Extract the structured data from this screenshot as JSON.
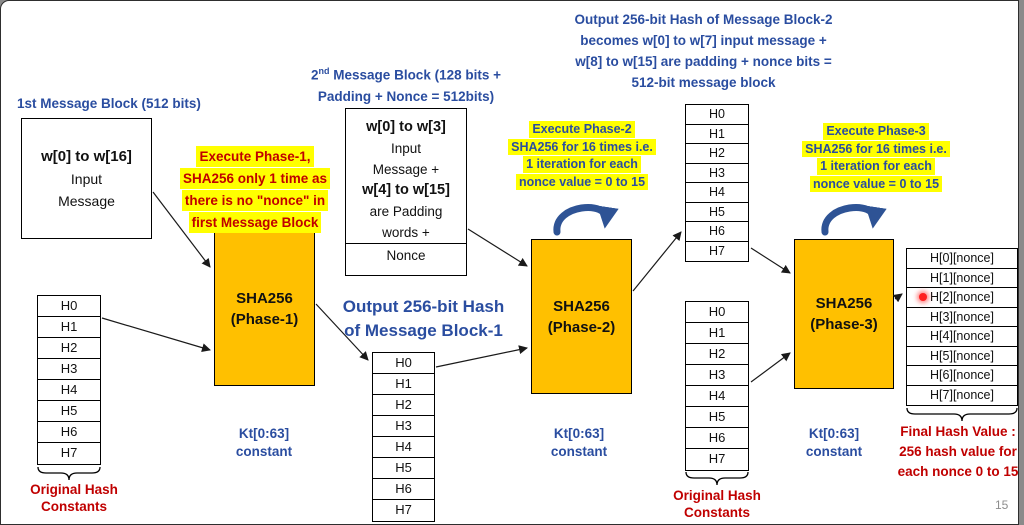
{
  "page": {
    "number": "15"
  },
  "colors": {
    "blue": "#2a4da0",
    "red": "#C00000",
    "orange": "#FFC000",
    "highlight": "#FFFF00",
    "loop_arrow": "#2E5395"
  },
  "h_labels": [
    "H0",
    "H1",
    "H2",
    "H3",
    "H4",
    "H5",
    "H6",
    "H7"
  ],
  "block1": {
    "title": "1st Message Block (512 bits)",
    "bold_line": "w[0] to w[16]",
    "line2": "Input",
    "line3": "Message"
  },
  "left_caption": {
    "line1": "Original Hash",
    "line2": "Constants"
  },
  "note1": {
    "lines": [
      "Execute Phase-1,",
      "SHA256 only 1 time as",
      "there is no \"nonce\" in",
      "first Message Block"
    ]
  },
  "phase1": {
    "name": "SHA256",
    "sub": "(Phase-1)"
  },
  "kt": {
    "line1": "Kt[0:63]",
    "line2": "constant"
  },
  "block2": {
    "title_num": "2",
    "title_sup": "nd",
    "title_rest": " Message Block (128 bits +",
    "title_line2": "Padding + Nonce = 512bits)",
    "bold1": "w[0] to w[3]",
    "line1": "Input",
    "line2": "Message +",
    "bold2": "w[4] to w[15]",
    "line3": "are Padding",
    "line4": "words +",
    "nonce": "Nonce"
  },
  "output1": {
    "line1": "Output 256-bit Hash",
    "line2": "of Message Block-1"
  },
  "note2": {
    "lines": [
      "Execute Phase-2",
      "SHA256 for 16 times i.e.",
      "1 iteration for each",
      "nonce value = 0 to 15"
    ]
  },
  "phase2": {
    "name": "SHA256",
    "sub": "(Phase-2)"
  },
  "output2": {
    "lines": [
      "Output 256-bit Hash of Message Block-2",
      "becomes w[0] to w[7] input message +",
      "w[8] to w[15] are padding + nonce bits  =",
      "512-bit message block"
    ]
  },
  "right_caption": {
    "line1": "Original Hash",
    "line2": "Constants"
  },
  "note3": {
    "lines": [
      "Execute Phase-3",
      "SHA256 for 16 times i.e.",
      "1 iteration for each",
      "nonce value = 0 to 15"
    ]
  },
  "phase3": {
    "name": "SHA256",
    "sub": "(Phase-3)"
  },
  "final_table": {
    "rows": [
      "H[0][nonce]",
      "H[1][nonce]",
      "H[2][nonce]",
      "H[3][nonce]",
      "H[4][nonce]",
      "H[5][nonce]",
      "H[6][nonce]",
      "H[7][nonce]"
    ]
  },
  "final_caption": {
    "lines": [
      "Final Hash Value :",
      "256 hash value for",
      "each nonce 0 to 15"
    ]
  }
}
